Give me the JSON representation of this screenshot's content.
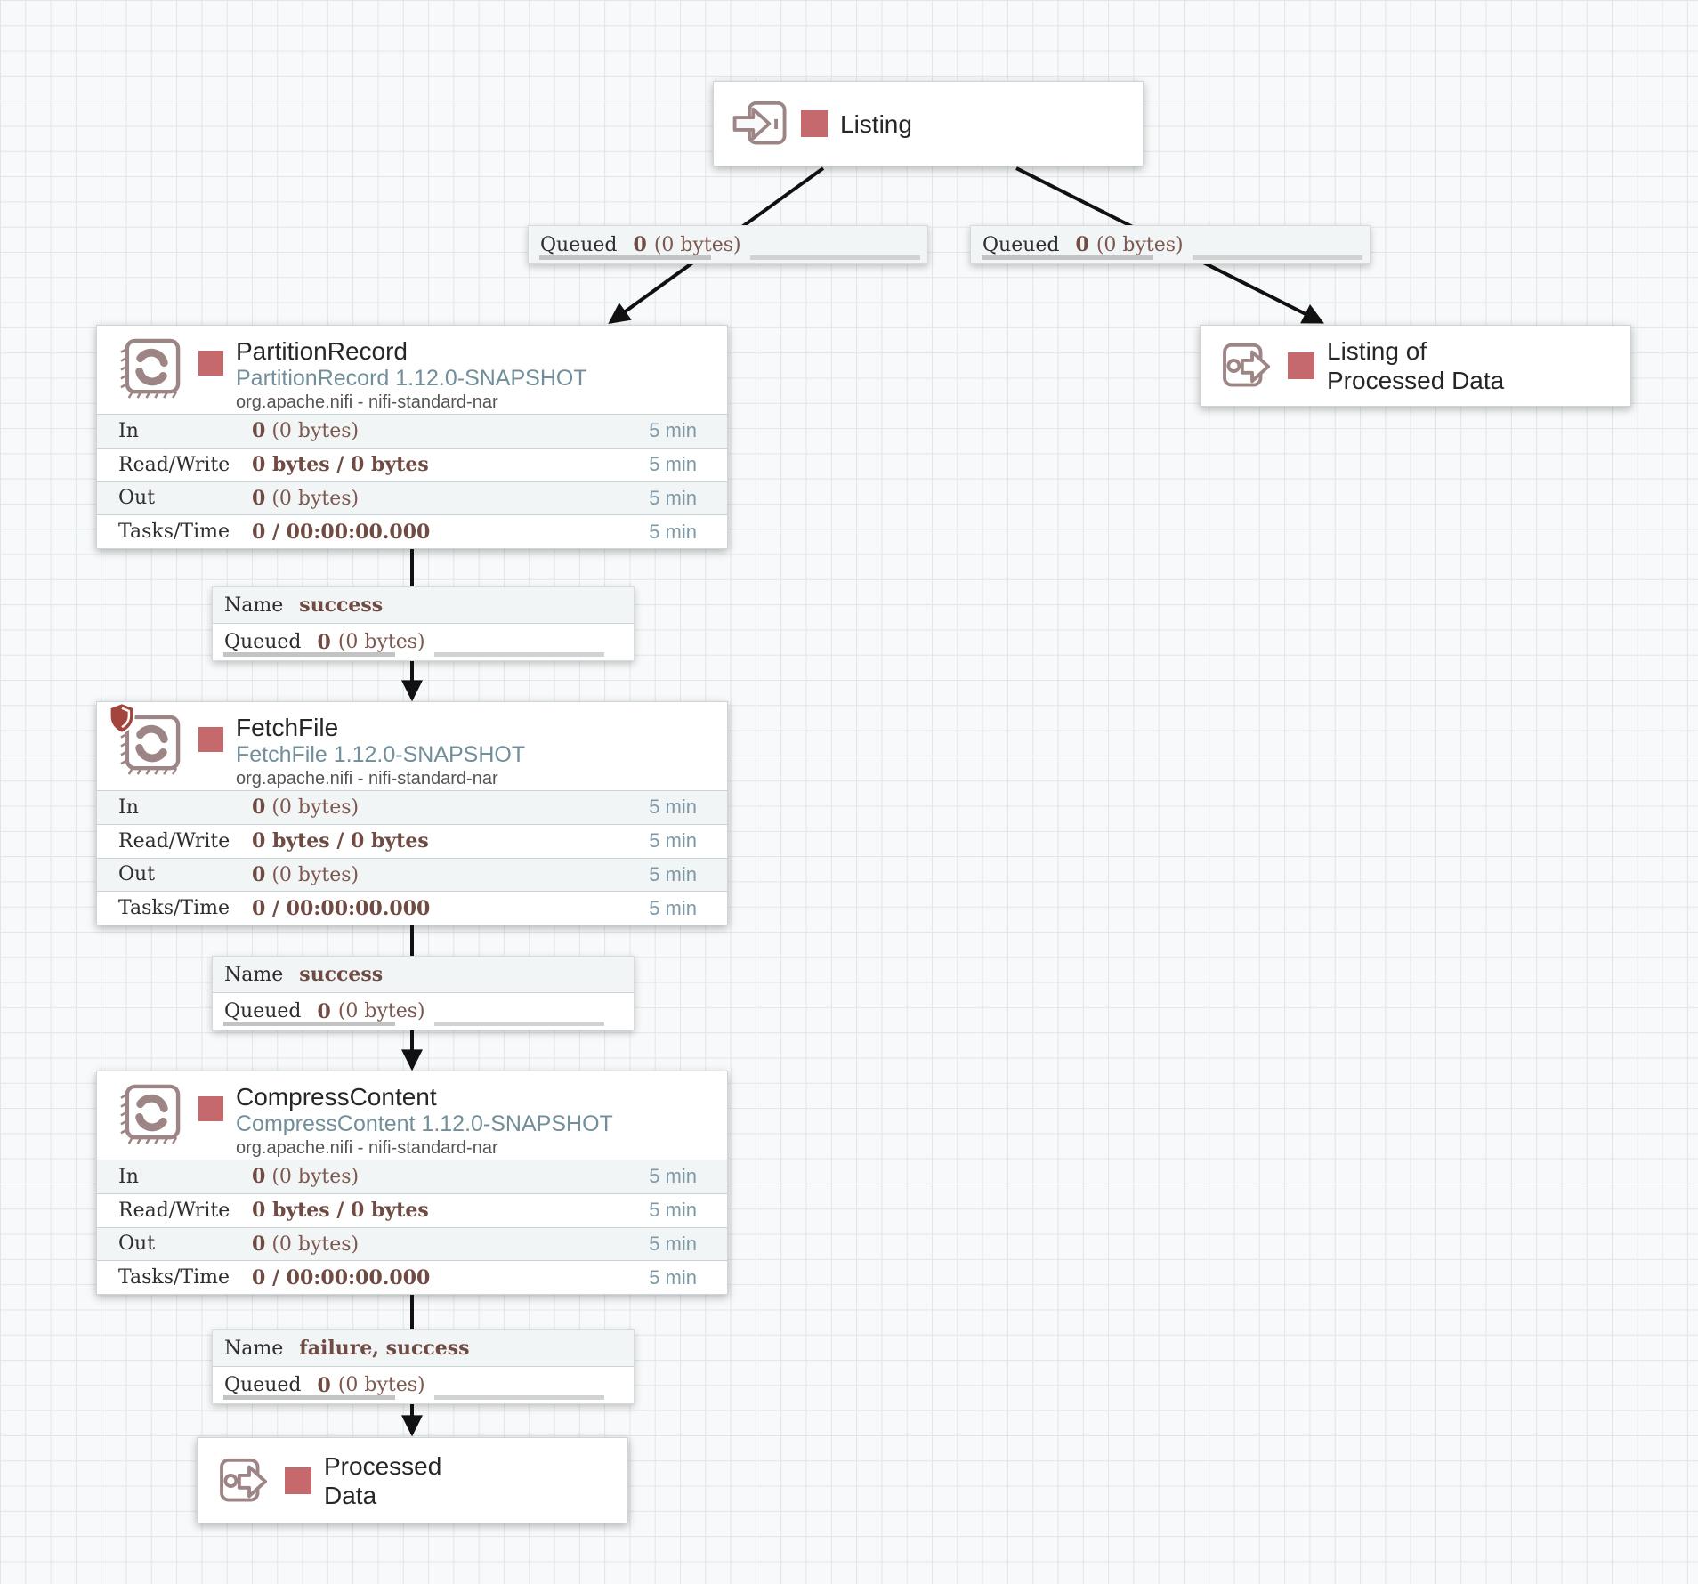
{
  "colors": {
    "accent_red": "#c5696d",
    "icon_mauve": "#9e8585",
    "subtitle_blue": "#728e9b",
    "stat_maroon": "#6f4b44",
    "time_blue": "#7e98a6",
    "shield_red": "#a3453d"
  },
  "ports": {
    "listing": {
      "title": "Listing"
    },
    "listing_processed": {
      "title_line1": "Listing of",
      "title_line2": "Processed Data"
    },
    "processed_data": {
      "title_line1": "Processed",
      "title_line2": "Data"
    }
  },
  "processors": [
    {
      "name": "PartitionRecord",
      "type_version": "PartitionRecord 1.12.0-SNAPSHOT",
      "bundle": "org.apache.nifi - nifi-standard-nar",
      "rows": [
        {
          "label": "In",
          "bold": "0",
          "rest": "(0 bytes)",
          "time": "5 min"
        },
        {
          "label": "Read/Write",
          "bold": "0 bytes / 0 bytes",
          "rest": "",
          "time": "5 min"
        },
        {
          "label": "Out",
          "bold": "0",
          "rest": "(0 bytes)",
          "time": "5 min"
        },
        {
          "label": "Tasks/Time",
          "bold": "0 / 00:00:00.000",
          "rest": "",
          "time": "5 min"
        }
      ]
    },
    {
      "name": "FetchFile",
      "type_version": "FetchFile 1.12.0-SNAPSHOT",
      "bundle": "org.apache.nifi - nifi-standard-nar",
      "rows": [
        {
          "label": "In",
          "bold": "0",
          "rest": "(0 bytes)",
          "time": "5 min"
        },
        {
          "label": "Read/Write",
          "bold": "0 bytes / 0 bytes",
          "rest": "",
          "time": "5 min"
        },
        {
          "label": "Out",
          "bold": "0",
          "rest": "(0 bytes)",
          "time": "5 min"
        },
        {
          "label": "Tasks/Time",
          "bold": "0 / 00:00:00.000",
          "rest": "",
          "time": "5 min"
        }
      ]
    },
    {
      "name": "CompressContent",
      "type_version": "CompressContent 1.12.0-SNAPSHOT",
      "bundle": "org.apache.nifi - nifi-standard-nar",
      "rows": [
        {
          "label": "In",
          "bold": "0",
          "rest": "(0 bytes)",
          "time": "5 min"
        },
        {
          "label": "Read/Write",
          "bold": "0 bytes / 0 bytes",
          "rest": "",
          "time": "5 min"
        },
        {
          "label": "Out",
          "bold": "0",
          "rest": "(0 bytes)",
          "time": "5 min"
        },
        {
          "label": "Tasks/Time",
          "bold": "0 / 00:00:00.000",
          "rest": "",
          "time": "5 min"
        }
      ]
    }
  ],
  "connections": {
    "queued_left": {
      "label": "Queued",
      "bold": "0",
      "rest": "(0 bytes)"
    },
    "queued_right": {
      "label": "Queued",
      "bold": "0",
      "rest": "(0 bytes)"
    },
    "pr_ff": {
      "name_label": "Name",
      "name_value": "success",
      "queued_label": "Queued",
      "bold": "0",
      "rest": "(0 bytes)"
    },
    "ff_cc": {
      "name_label": "Name",
      "name_value": "success",
      "queued_label": "Queued",
      "bold": "0",
      "rest": "(0 bytes)"
    },
    "cc_pd": {
      "name_label": "Name",
      "name_value": "failure, success",
      "queued_label": "Queued",
      "bold": "0",
      "rest": "(0 bytes)"
    }
  }
}
